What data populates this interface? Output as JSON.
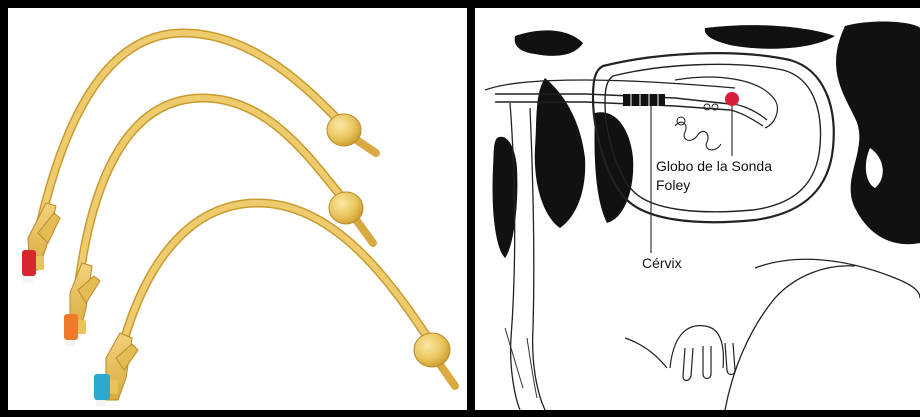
{
  "left_panel": {
    "subject": "three-foley-catheters",
    "catheter_color": "#e8c158",
    "valve_colors": [
      "#d8262e",
      "#ef7a2a",
      "#2aa8cf"
    ]
  },
  "right_panel": {
    "subject": "cow-uterus-diagram",
    "labels": {
      "balloon_line1": "Globo de la Sonda",
      "balloon_line2": "Foley",
      "cervix": "Cérvix"
    },
    "balloon_color": "#d6203a"
  }
}
